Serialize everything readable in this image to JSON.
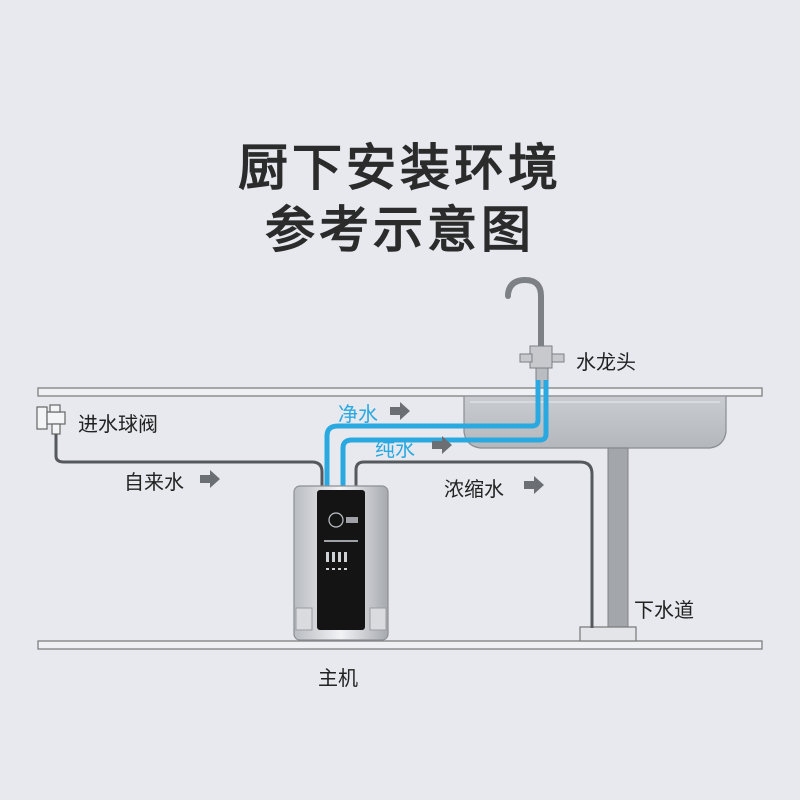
{
  "title": {
    "line1": "厨下安装环境",
    "line2": "参考示意图"
  },
  "labels": {
    "faucet": "水龙头",
    "inlet_valve": "进水球阀",
    "pure_water": "净水",
    "purified_water": "纯水",
    "tap_water": "自来水",
    "concentrate": "浓缩水",
    "drain": "下水道",
    "main_unit": "主机"
  },
  "colors": {
    "background": "#e7e9ee",
    "pipe_blue": "#2aa9e0",
    "pipe_gray": "#55595e",
    "arrow": "#6b6f74",
    "unit_panel": "#141414"
  }
}
